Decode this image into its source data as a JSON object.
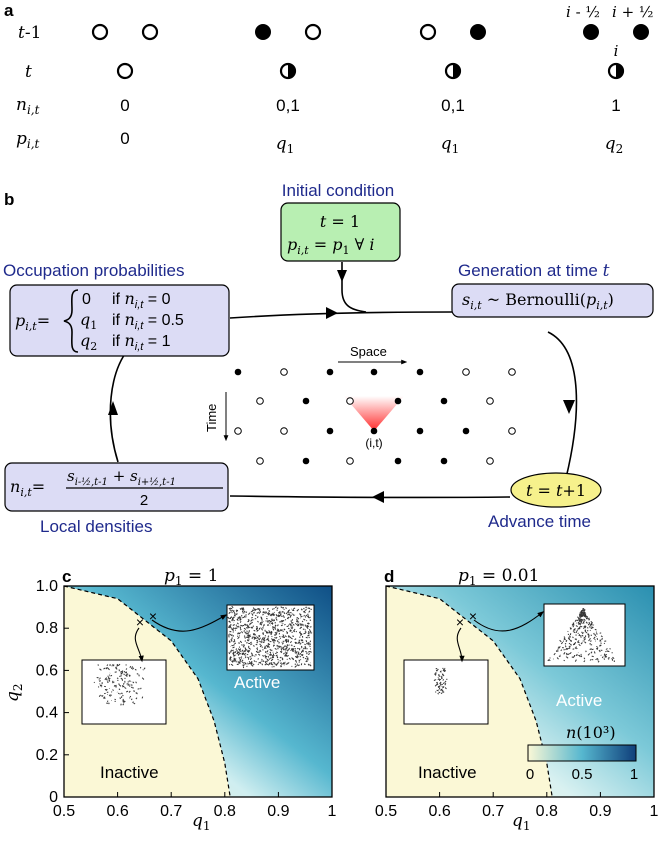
{
  "panel_labels": {
    "a": "a",
    "b": "b",
    "c": "c",
    "d": "d"
  },
  "panel_a": {
    "row_labels": [
      "t-1",
      "t",
      "n_{i,t}",
      "p_{i,t}"
    ],
    "columns": [
      {
        "prev": [
          "open",
          "open"
        ],
        "current": "open",
        "n": "0",
        "p": "0"
      },
      {
        "prev": [
          "filled",
          "open"
        ],
        "current": "half",
        "n": "0,1",
        "p": "q1"
      },
      {
        "prev": [
          "open",
          "filled"
        ],
        "current": "half",
        "n": "0,1",
        "p": "q1"
      },
      {
        "prev": [
          "filled",
          "filled"
        ],
        "current": "half",
        "n": "1",
        "p": "q2"
      }
    ],
    "index_labels": {
      "left": "i - ½",
      "right": "i + ½",
      "center": "i"
    }
  },
  "panel_b": {
    "initial_condition": {
      "title": "Initial condition",
      "line1": "t = 1",
      "line2": "p_{i,t} = p_1 ∀ i"
    },
    "occupation": {
      "title": "Occupation probabilities",
      "lhs": "p_{i,t}=",
      "cases": [
        [
          "0",
          "if n_{i,t} = 0"
        ],
        [
          "q_1",
          "if n_{i,t} = 0.5"
        ],
        [
          "q_2",
          "if n_{i,t} = 1"
        ]
      ]
    },
    "generation": {
      "title": "Generation at time t",
      "formula": "s_{i,t} ~ Bernoulli(p_{i,t})"
    },
    "local_densities": {
      "title": "Local densities",
      "lhs": "n_{i,t}=",
      "numerator": "s_{i-½,t-1} + s_{i+½,t-1}",
      "denominator": "2"
    },
    "advance": {
      "title": "Advance time",
      "formula": "t = t+1"
    },
    "lattice": {
      "space_label": "Space",
      "time_label": "Time",
      "site_label": "(i,t)"
    },
    "colors": {
      "box_fill": "#dcdcf5",
      "green_fill": "#b8efb2",
      "yellow_fill": "#f6f18c",
      "title_blue": "#1f2a8c",
      "cone_red": "#ff2020"
    }
  },
  "panel_c": {
    "title": "p_1 = 1",
    "regions": {
      "active": "Active",
      "inactive": "Inactive"
    },
    "xlabel": "q_1",
    "ylabel": "q_2",
    "xticks": [
      "0.5",
      "0.6",
      "0.7",
      "0.8",
      "0.9",
      "1"
    ],
    "yticks": [
      "0",
      "0.2",
      "0.4",
      "0.6",
      "0.8",
      "1.0"
    ]
  },
  "panel_d": {
    "title": "p_1 = 0.01",
    "regions": {
      "active": "Active",
      "inactive": "Inactive"
    },
    "xlabel": "q_1",
    "xticks": [
      "0.5",
      "0.6",
      "0.7",
      "0.8",
      "0.9",
      "1"
    ],
    "colorbar": {
      "label": "n(10³)",
      "ticks": [
        "0",
        "0.5",
        "1"
      ]
    }
  },
  "chart_data": [
    {
      "type": "heatmap",
      "title": "p_1 = 1",
      "xlabel": "q_1",
      "ylabel": "q_2",
      "xlim": [
        0.5,
        1.0
      ],
      "ylim": [
        0,
        1.0
      ],
      "critical_line": {
        "x": [
          0.5,
          0.6,
          0.7,
          0.75,
          0.78,
          0.8,
          0.81
        ],
        "y": [
          1.0,
          0.94,
          0.74,
          0.56,
          0.36,
          0.16,
          0.0
        ]
      },
      "markers": [
        {
          "x": 0.64,
          "y": 0.82
        },
        {
          "x": 0.66,
          "y": 0.85
        }
      ],
      "colormap": [
        "#fbf8d6",
        "#0f4f86"
      ]
    },
    {
      "type": "heatmap",
      "title": "p_1 = 0.01",
      "xlabel": "q_1",
      "xlim": [
        0.5,
        1.0
      ],
      "ylim": [
        0,
        1.0
      ],
      "critical_line": {
        "x": [
          0.5,
          0.6,
          0.7,
          0.75,
          0.78,
          0.8,
          0.81
        ],
        "y": [
          1.0,
          0.94,
          0.74,
          0.56,
          0.36,
          0.16,
          0.0
        ]
      },
      "markers": [
        {
          "x": 0.64,
          "y": 0.82
        },
        {
          "x": 0.66,
          "y": 0.85
        }
      ],
      "colorbar": {
        "label": "n(10³)",
        "range": [
          0,
          1
        ],
        "ticks": [
          "0",
          "0.5",
          "1"
        ]
      }
    }
  ]
}
